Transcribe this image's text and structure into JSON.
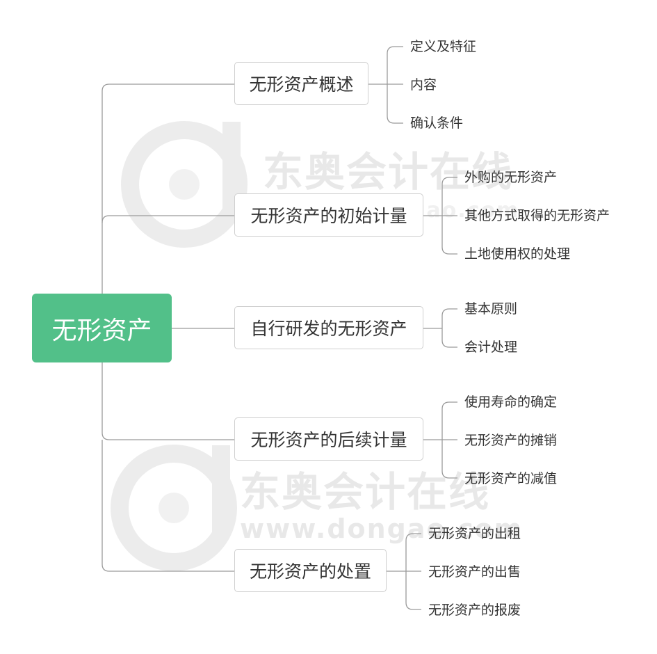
{
  "root": {
    "label": "无形资产"
  },
  "branches": [
    {
      "label": "无形资产概述",
      "children": [
        "定义及特征",
        "内容",
        "确认条件"
      ]
    },
    {
      "label": "无形资产的初始计量",
      "children": [
        "外购的无形资产",
        "其他方式取得的无形资产",
        "土地使用权的处理"
      ]
    },
    {
      "label": "自行研发的无形资产",
      "children": [
        "基本原则",
        "会计处理"
      ]
    },
    {
      "label": "无形资产的后续计量",
      "children": [
        "使用寿命的确定",
        "无形资产的摊销",
        "无形资产的减值"
      ]
    },
    {
      "label": "无形资产的处置",
      "children": [
        "无形资产的出租",
        "无形资产的出售",
        "无形资产的报废"
      ]
    }
  ],
  "watermark": {
    "brand": "东奥会计在线",
    "url": "www.dongao.com"
  },
  "colors": {
    "root": "#52c089",
    "connector": "#9a9a9a",
    "node_border": "#cfcfcf"
  }
}
